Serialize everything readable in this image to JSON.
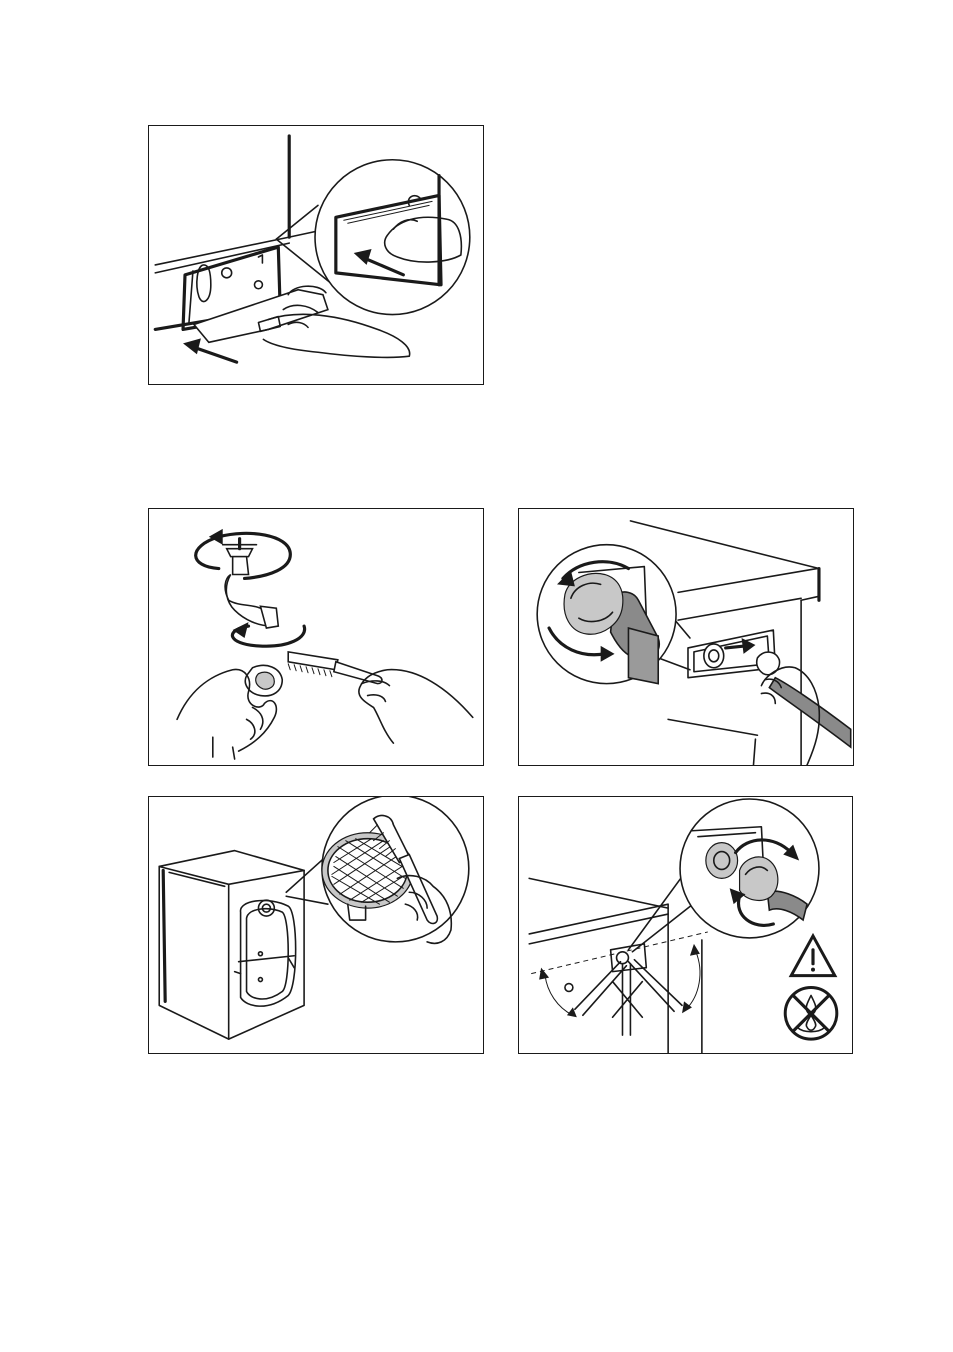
{
  "page": {
    "background": "#ffffff",
    "line_color": "#1a1a1a"
  },
  "illustrations": [
    {
      "id": "p1",
      "icon": "detergent-drawer-removal-icon"
    },
    {
      "id": "p2",
      "icon": "tap-filter-cleaning-icon"
    },
    {
      "id": "p3",
      "icon": "inlet-hose-disconnect-icon"
    },
    {
      "id": "p4",
      "icon": "inlet-valve-filter-cleaning-icon"
    },
    {
      "id": "p5",
      "icon": "inlet-hose-reconnect-icon"
    }
  ],
  "warning_symbols": [
    "warning-triangle-icon",
    "no-water-leak-icon"
  ]
}
